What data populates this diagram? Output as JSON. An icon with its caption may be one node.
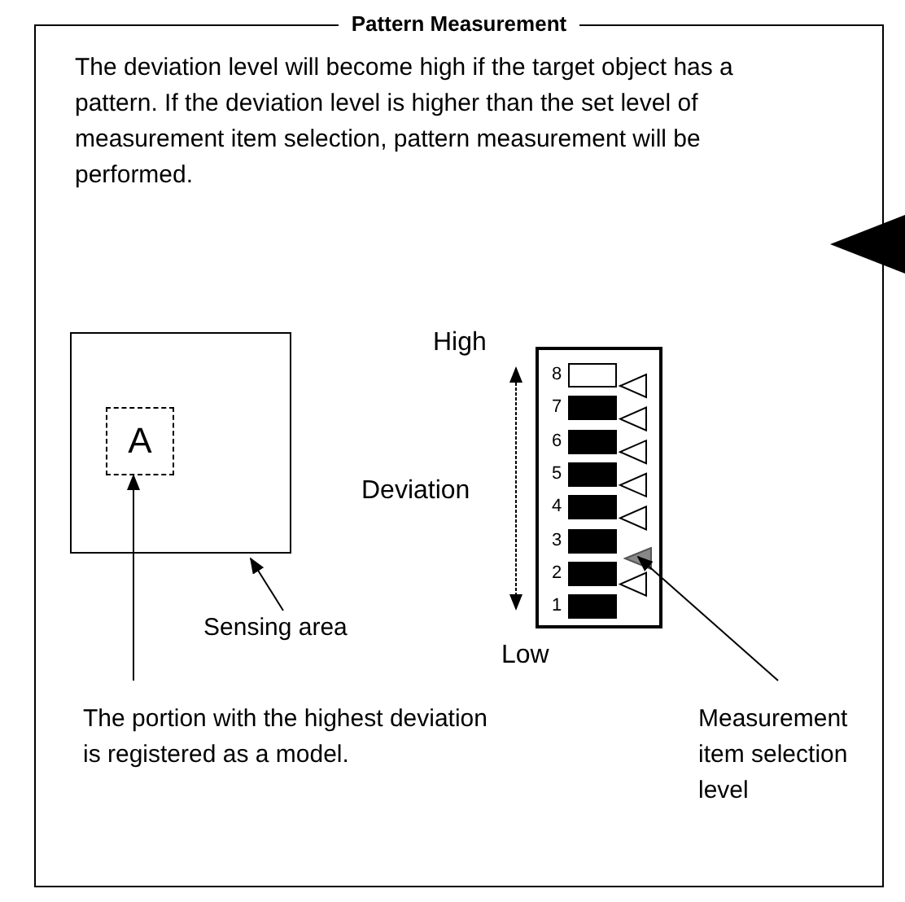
{
  "diagram": {
    "nodes": [
      {
        "text": [
          "Pattern Measurement",
          "The deviation level will become high if the target object has a pattern. If the deviation level is higher than the set level of measurement item selection, pattern measurement will be performed."
        ]
      },
      {
        "text": [],
        "shape": "box",
        "in": 0
      },
      {
        "text": [
          "A"
        ],
        "in": 1
      },
      {
        "text": [
          "Sensing area"
        ],
        "in": 0
      },
      {
        "text": [
          "The portion with the highest deviation is registered as a model."
        ],
        "in": 0
      },
      {
        "text": [],
        "shape": "box",
        "in": 0
      },
      {
        "text": [],
        "shape": "triangle",
        "in": 5
      },
      {
        "text": [
          "Measurement item selection level"
        ],
        "in": 0
      }
    ],
    "edges": [
      {
        "from": 3,
        "to": 1,
        "arrow": "to"
      },
      {
        "from": 4,
        "to": 2,
        "arrow": "to"
      },
      {
        "from": 7,
        "to": 6,
        "arrow": "to"
      }
    ],
    "labels": [
      "High",
      "Deviation",
      "Low",
      "8",
      "7",
      "6",
      "5",
      "4",
      "3",
      "2",
      "1"
    ]
  }
}
